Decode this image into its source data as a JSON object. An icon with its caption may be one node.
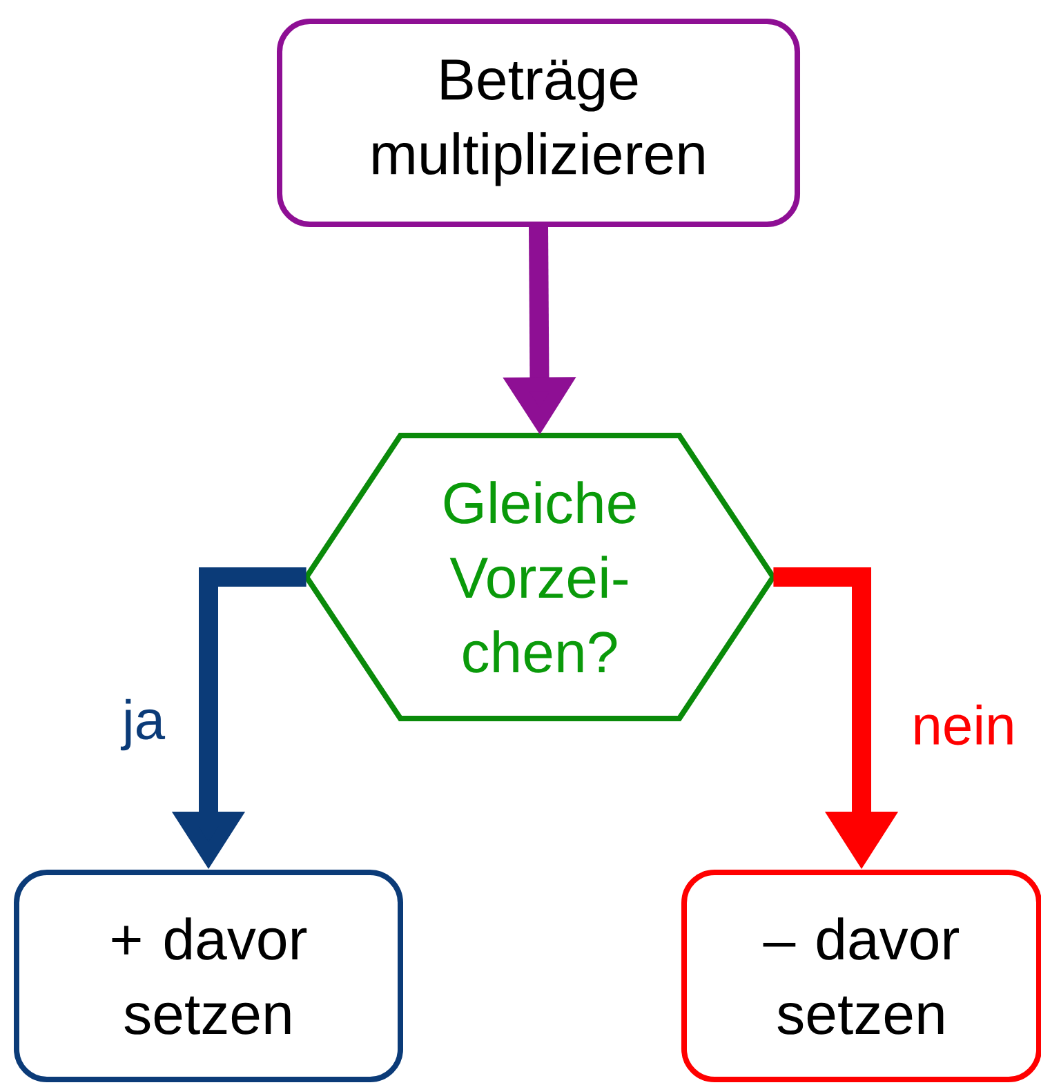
{
  "diagram": {
    "nodes": [
      {
        "text": [
          "Beträge multiplizieren"
        ]
      },
      {
        "text": [
          "Gleiche Vorzei- chen?"
        ]
      },
      {
        "text": [
          "+ davor setzen"
        ]
      },
      {
        "text": [
          "– davor setzen"
        ]
      }
    ],
    "edges": [
      {
        "from": 0,
        "to": 1,
        "arrow": "to",
        "color": "#8e0f94"
      },
      {
        "from": 1,
        "to": 2,
        "arrow": "to",
        "label": "ja",
        "color": "#0b3b78"
      },
      {
        "from": 1,
        "to": 3,
        "arrow": "to",
        "label": "nein",
        "color": "#ff0000"
      }
    ]
  }
}
